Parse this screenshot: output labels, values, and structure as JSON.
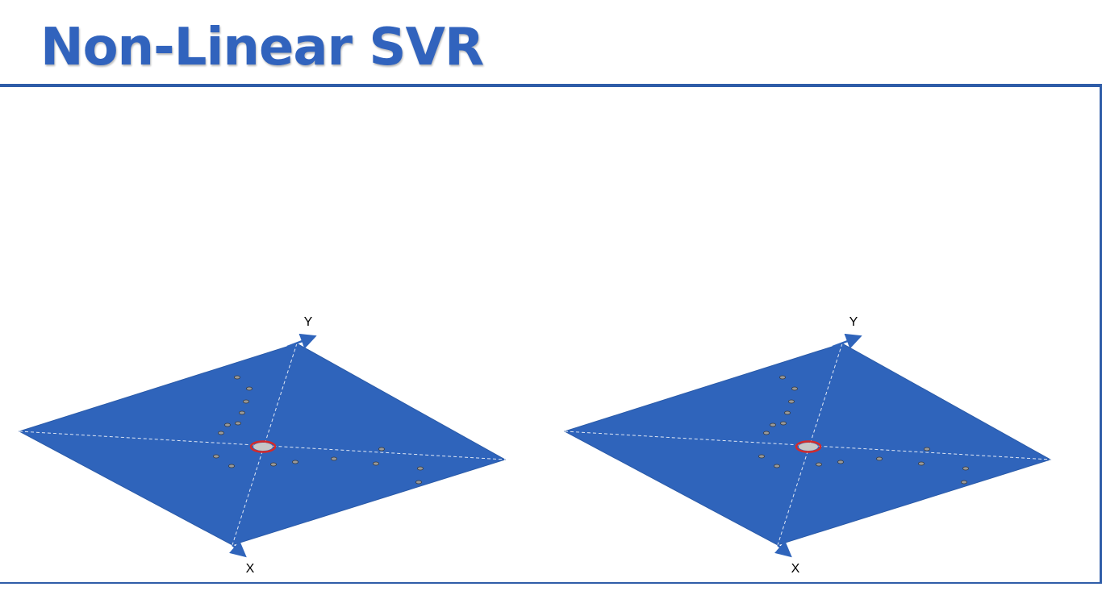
{
  "slide": {
    "title": "Non-Linear SVR"
  },
  "diagrams": [
    {
      "y_axis_label": "Y",
      "x_axis_label": "X"
    },
    {
      "y_axis_label": "Y",
      "x_axis_label": "X"
    }
  ],
  "colors": {
    "title": "#3163bd",
    "plane": "#2f64bb",
    "arrow": "#2f64bb",
    "rule": "#2f5da8",
    "highlight_ring": "#d42a2a",
    "data_point": "#9a9a9a"
  }
}
